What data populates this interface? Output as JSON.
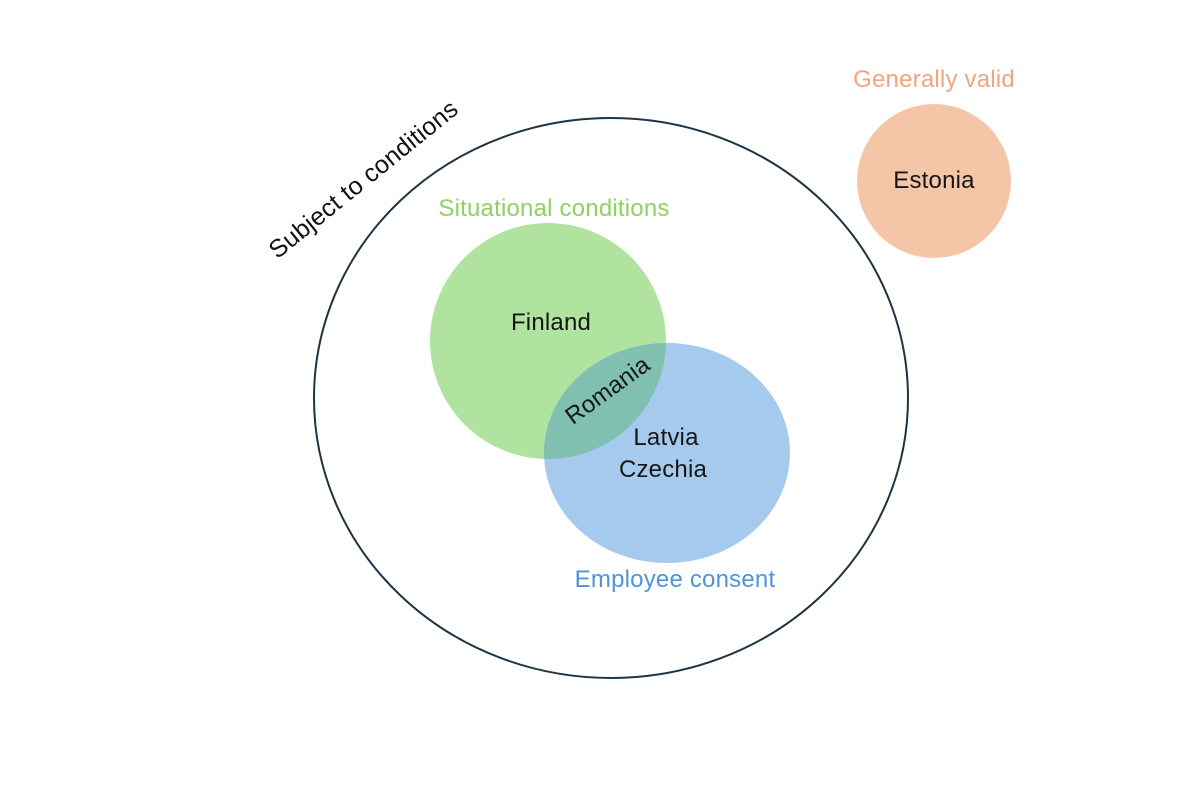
{
  "venn": {
    "background": "#ffffff",
    "outer": {
      "label": "Subject to conditions",
      "label_color": "#121212",
      "stroke": "#1e3444"
    },
    "sets": [
      {
        "label": "Situational conditions",
        "label_color": "#8ed165",
        "fill": "#b0e3a0",
        "members": [
          "Finland"
        ]
      },
      {
        "label": "Employee consent",
        "label_color": "#4f94da",
        "fill": "#a6caed",
        "members": [
          "Latvia",
          "Czechia"
        ]
      }
    ],
    "intersection": {
      "fill": "#7fc0b1",
      "members": [
        "Romania"
      ]
    },
    "outside": {
      "label": "Generally valid",
      "label_color": "#f2a47f",
      "fill": "#f5c5a8",
      "members": [
        "Estonia"
      ]
    }
  }
}
